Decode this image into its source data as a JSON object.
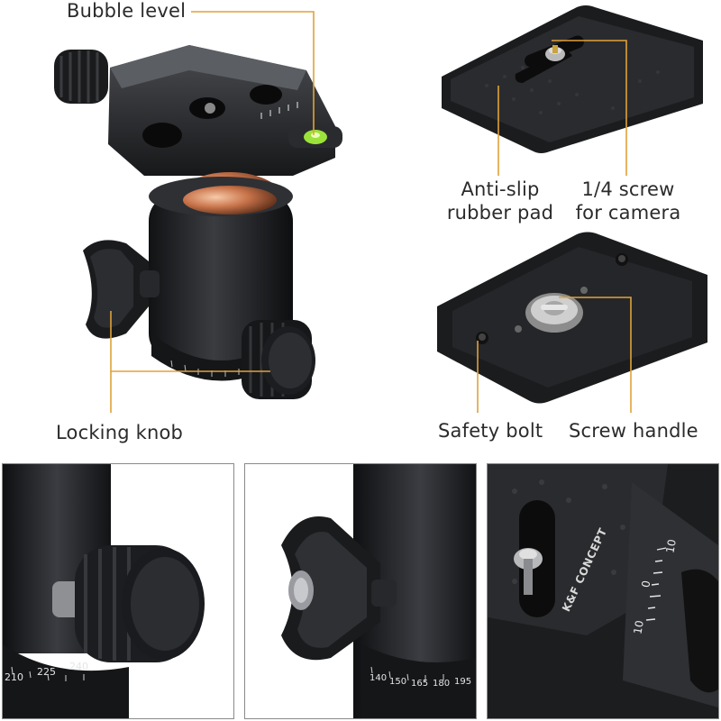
{
  "labels": {
    "bubble_level": "Bubble level",
    "anti_slip_line1": "Anti-slip",
    "anti_slip_line2": "rubber pad",
    "screw_line1": "1/4 screw",
    "screw_line2": "for camera",
    "locking_knob": "Locking knob",
    "safety_bolt": "Safety bolt",
    "screw_handle": "Screw handle"
  },
  "brand": "K&F CONCEPT",
  "scale": {
    "bottom_left": [
      "210",
      "225",
      "240"
    ],
    "bottom_middle": [
      "140",
      "150",
      "165",
      "180",
      "195"
    ],
    "plate_ticks": [
      "10",
      "0",
      "10"
    ]
  },
  "colors": {
    "callout_line": "#e0a23a",
    "body_metal": "#1e1f21",
    "ball_copper": "#c8734a",
    "bubble_green": "#9be23a"
  }
}
